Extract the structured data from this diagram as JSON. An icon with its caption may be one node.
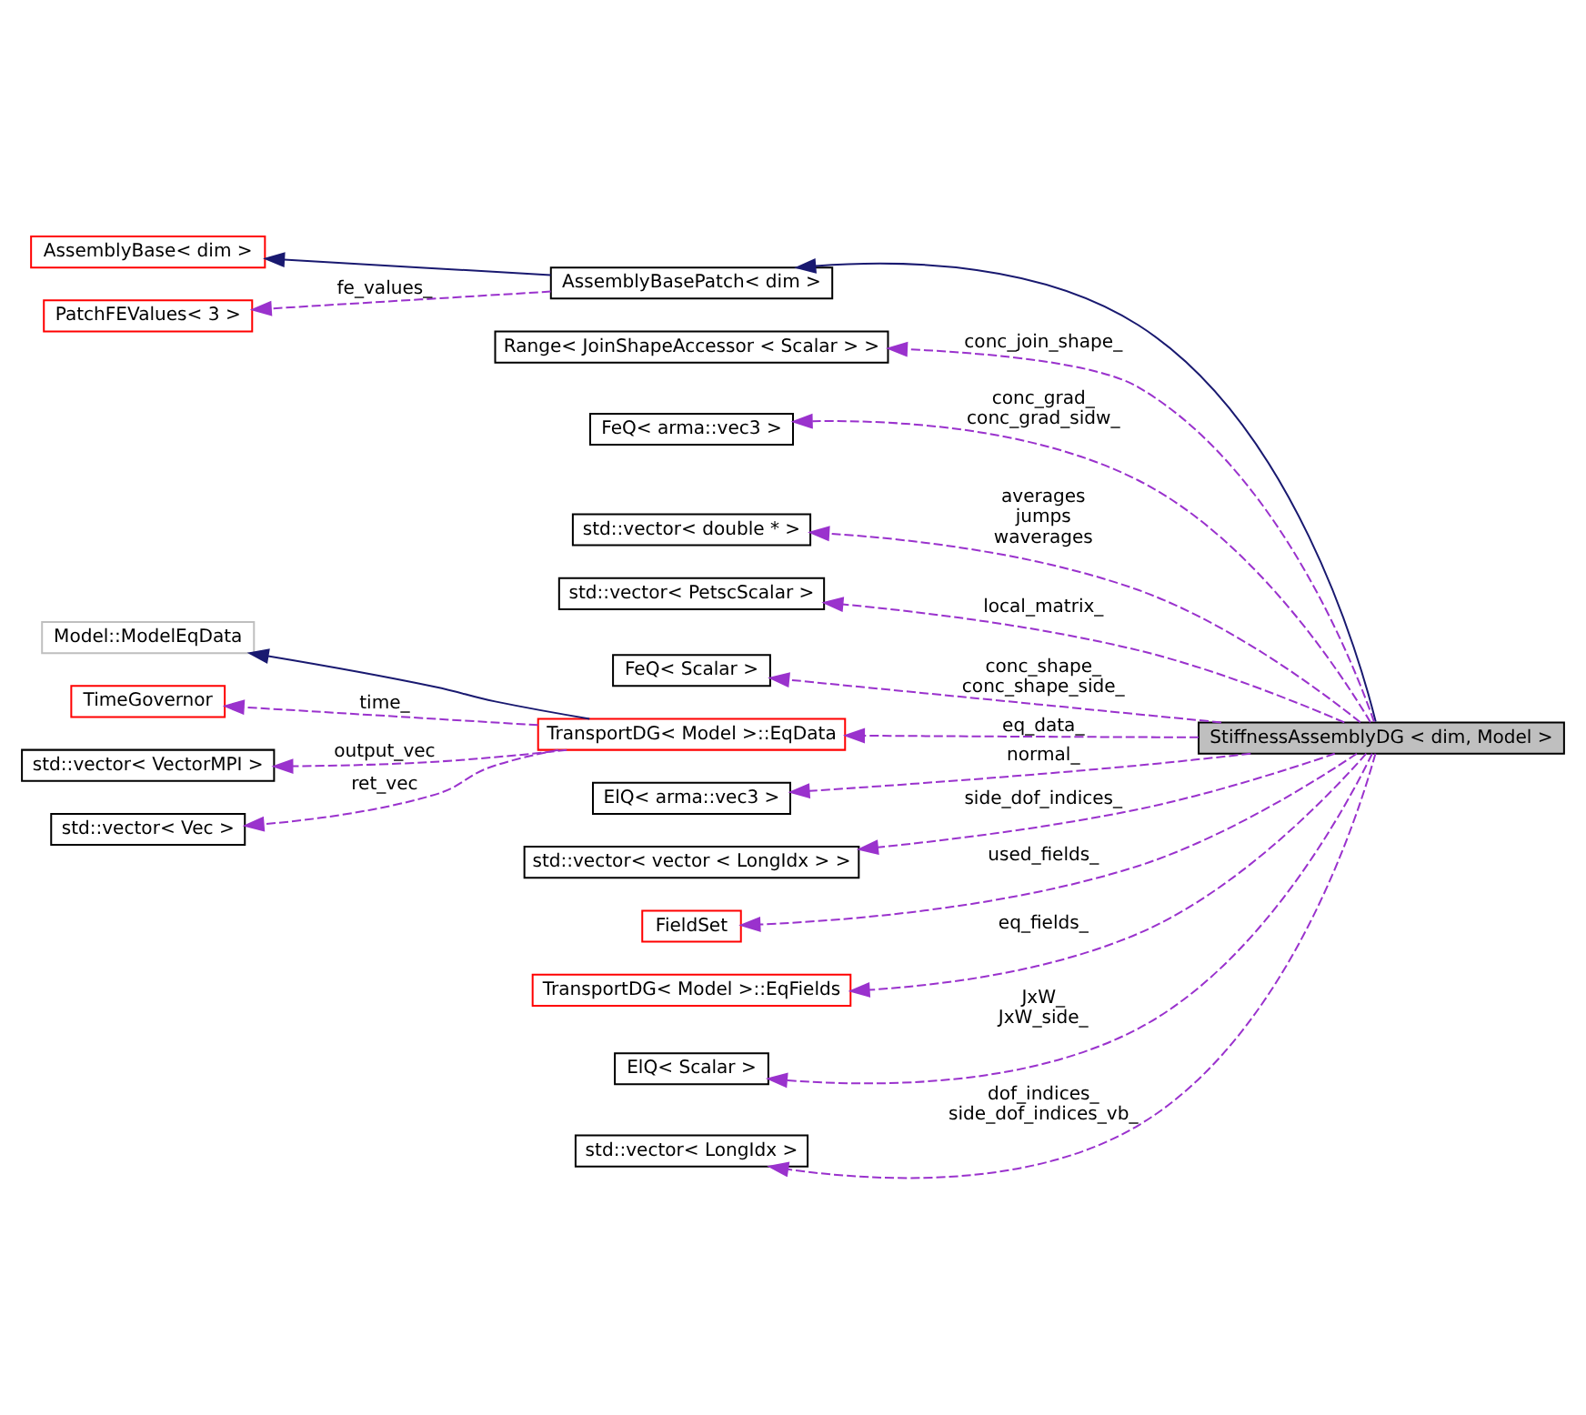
{
  "diagram": {
    "nodes": [
      {
        "text": [
          "AssemblyBase< dim >"
        ]
      },
      {
        "text": [
          "AssemblyBasePatch< dim >"
        ]
      },
      {
        "text": [
          "PatchFEValues< 3 >"
        ]
      },
      {
        "text": [
          "Range< JoinShapeAccessor < Scalar > >"
        ]
      },
      {
        "text": [
          "FeQ< arma::vec3 >"
        ]
      },
      {
        "text": [
          "std::vector< double * >"
        ]
      },
      {
        "text": [
          "std::vector< PetscScalar >"
        ]
      },
      {
        "text": [
          "Model::ModelEqData"
        ]
      },
      {
        "text": [
          "FeQ< Scalar >"
        ]
      },
      {
        "text": [
          "TimeGovernor"
        ]
      },
      {
        "text": [
          "TransportDG< Model >::EqData"
        ]
      },
      {
        "text": [
          "StiffnessAssemblyDG < dim, Model >"
        ]
      },
      {
        "text": [
          "std::vector< VectorMPI >"
        ]
      },
      {
        "text": [
          "ElQ< arma::vec3 >"
        ]
      },
      {
        "text": [
          "std::vector< Vec >"
        ]
      },
      {
        "text": [
          "std::vector< vector < LongIdx > >"
        ]
      },
      {
        "text": [
          "FieldSet"
        ]
      },
      {
        "text": [
          "TransportDG< Model >::EqFields"
        ]
      },
      {
        "text": [
          "ElQ< Scalar >"
        ]
      },
      {
        "text": [
          "std::vector< LongIdx >"
        ]
      }
    ],
    "edges": [
      {
        "from": 1,
        "to": 0,
        "arrow": "to",
        "color": "#191970"
      },
      {
        "from": 1,
        "to": 2,
        "arrow": "to",
        "label": "fe_values_",
        "style": "dashed"
      },
      {
        "from": 11,
        "to": 1,
        "arrow": "to",
        "color": "#191970"
      },
      {
        "from": 11,
        "to": 3,
        "arrow": "to",
        "label": "conc_join_shape_",
        "style": "dashed"
      },
      {
        "from": 11,
        "to": 4,
        "arrow": "to",
        "label": "conc_grad_ conc_grad_sidw_",
        "style": "dashed"
      },
      {
        "from": 11,
        "to": 5,
        "arrow": "to",
        "label": "averages jumps waverages",
        "style": "dashed"
      },
      {
        "from": 11,
        "to": 6,
        "arrow": "to",
        "label": "local_matrix_",
        "style": "dashed"
      },
      {
        "from": 10,
        "to": 7,
        "arrow": "to",
        "color": "#191970"
      },
      {
        "from": 11,
        "to": 8,
        "arrow": "to",
        "label": "conc_shape_ conc_shape_side_",
        "style": "dashed"
      },
      {
        "from": 10,
        "to": 9,
        "arrow": "to",
        "label": "time_",
        "style": "dashed"
      },
      {
        "from": 11,
        "to": 10,
        "arrow": "to",
        "label": "eq_data_",
        "style": "dashed"
      },
      {
        "from": 10,
        "to": 12,
        "arrow": "to",
        "label": "output_vec",
        "style": "dashed"
      },
      {
        "from": 11,
        "to": 13,
        "arrow": "to",
        "label": "normal_",
        "style": "dashed"
      },
      {
        "from": 10,
        "to": 14,
        "arrow": "to",
        "label": "ret_vec",
        "style": "dashed"
      },
      {
        "from": 11,
        "to": 15,
        "arrow": "to",
        "label": "side_dof_indices_",
        "style": "dashed"
      },
      {
        "from": 11,
        "to": 16,
        "arrow": "to",
        "label": "used_fields_",
        "style": "dashed"
      },
      {
        "from": 11,
        "to": 17,
        "arrow": "to",
        "label": "eq_fields_",
        "style": "dashed"
      },
      {
        "from": 11,
        "to": 18,
        "arrow": "to",
        "label": "JxW_ JxW_side_",
        "style": "dashed"
      },
      {
        "from": 11,
        "to": 19,
        "arrow": "to",
        "label": "dof_indices_ side_dof_indices_vb_",
        "style": "dashed"
      }
    ]
  }
}
